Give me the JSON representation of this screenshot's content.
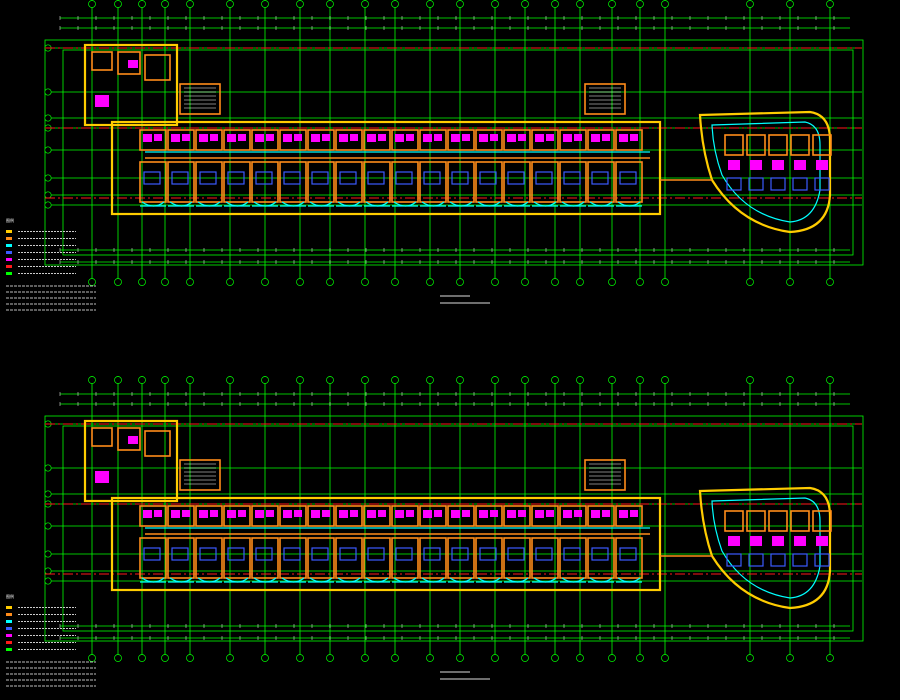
{
  "drawing": {
    "background": "#000000",
    "colors": {
      "grid": "#00ff00",
      "axis": "#ff1a1a",
      "wall": "#ffcc00",
      "wall_secondary": "#ff8c1a",
      "fixture": "#ff00ff",
      "glazing": "#00ffff",
      "furniture": "#3b5bff",
      "text": "#ffffff"
    }
  },
  "plans": [
    {
      "name": "upper-floor-plan",
      "legend_title": "图例",
      "caption_title": "",
      "caption_sub": ""
    },
    {
      "name": "lower-floor-plan",
      "legend_title": "图例",
      "caption_title": "",
      "caption_sub": ""
    }
  ]
}
